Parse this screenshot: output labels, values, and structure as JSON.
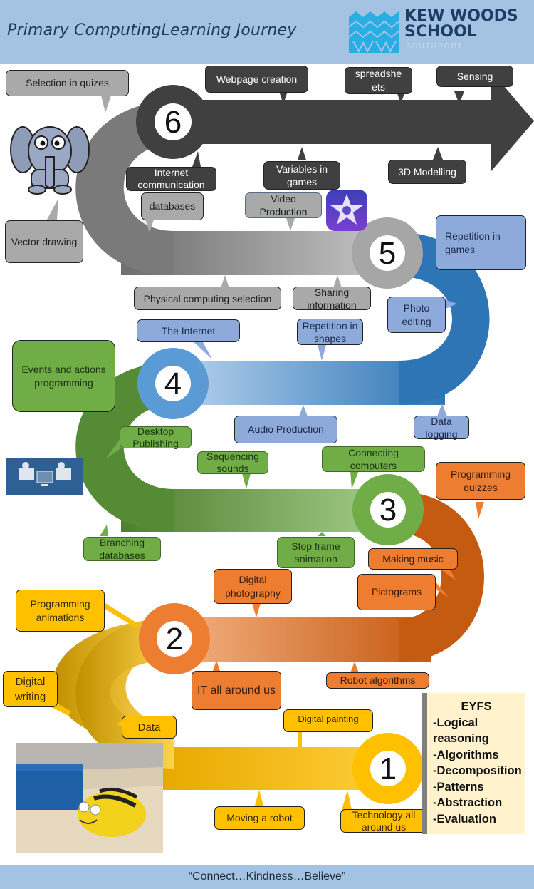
{
  "header": {
    "title": "Primary ComputingLearning Journey",
    "logo_line1": "KEW WOODS",
    "logo_line2": "SCHOOL",
    "logo_sub": "SOUTHPORT"
  },
  "footer": {
    "motto": "“Connect…Kindness…Believe”"
  },
  "stages": [
    {
      "number": "1",
      "color": "#ffc000"
    },
    {
      "number": "2",
      "color": "#ed7d31"
    },
    {
      "number": "3",
      "color": "#70ad47"
    },
    {
      "number": "4",
      "color": "#5b9bd5"
    },
    {
      "number": "5",
      "color": "#a6a6a6"
    },
    {
      "number": "6",
      "color": "#404040"
    }
  ],
  "labels": {
    "selection_in_quizes": "Selection in quizes",
    "webpage_creation": "Webpage creation",
    "spreadsheets": "spreadshe ets",
    "sensing": "Sensing",
    "internet_communication": "Internet communication",
    "variables_in_games": "Variables in games",
    "modelling_3d": "3D Modelling",
    "databases": "databases",
    "video_production": "Video Production",
    "vector_drawing": "Vector drawing",
    "repetition_in_games": "Repetition in games",
    "physical_computing_selection": "Physical computing selection",
    "sharing_information": "Sharing information",
    "photo_editing": "Photo editing",
    "the_internet": "The Internet",
    "repetition_in_shapes": "Repetition in shapes",
    "events_and_actions": "Events and actions programming",
    "audio_production": "Audio Production",
    "data_logging": "Data logging",
    "desktop_publishing": "Desktop Publishing",
    "sequencing_sounds": "Sequencing sounds",
    "connecting_computers": "Connecting computers",
    "programming_quizzes": "Programming quizzes",
    "branching_databases": "Branching databases",
    "stop_frame_animation": "Stop frame animation",
    "making_music": "Making music",
    "digital_photography": "Digital photography",
    "pictograms": "Pictograms",
    "programming_animations": "Programming animations",
    "digital_writing": "Digital writing",
    "it_all_around_us": "IT all around us",
    "robot_algorithms": "Robot algorithms",
    "data": "Data",
    "digital_painting": "Digital painting",
    "moving_a_robot": "Moving a robot",
    "technology_all_around_us": "Technology all around us"
  },
  "eyfs": {
    "title": "EYFS",
    "items": [
      "-Logical reasoning",
      "-Algorithms",
      "-Decomposition",
      "-Patterns",
      "-Abstraction",
      "-Evaluation"
    ]
  },
  "images": {
    "elephant": "elephant-cartoon",
    "imovie": "imovie-star-icon",
    "computers": "networked-computers-illustration",
    "beebot": "bee-bot-robot-photo"
  }
}
